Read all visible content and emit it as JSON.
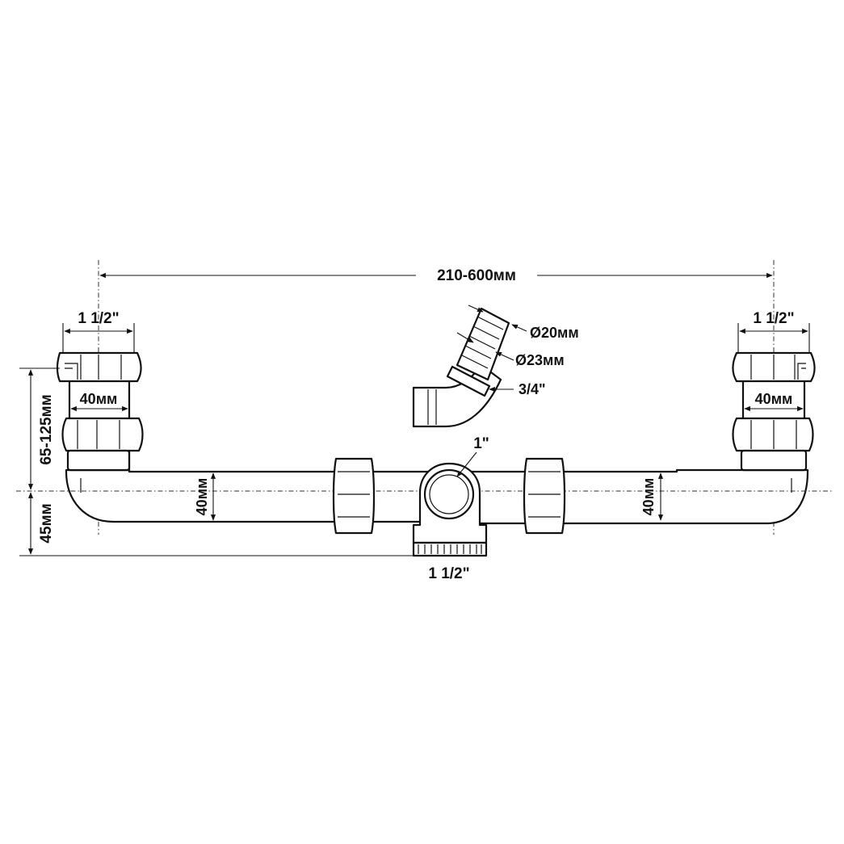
{
  "labels": {
    "overall_width": "210-600мм",
    "left_outlet": "1 1/2\"",
    "right_outlet": "1 1/2\"",
    "left_pipe_diameter": "40мм",
    "right_pipe_diameter": "40мм",
    "left_horizontal_diameter": "40мм",
    "right_horizontal_diameter": "40мм",
    "height_range": "65-125мм",
    "lower_offset": "45мм",
    "center_port": "1\"",
    "bottom_thread": "1 1/2\"",
    "hose_inner_diameter": "Ø20мм",
    "hose_outer_diameter": "Ø23мм",
    "hose_thread": "3/4\""
  },
  "colors": {
    "line": "#111111",
    "background": "#ffffff"
  }
}
